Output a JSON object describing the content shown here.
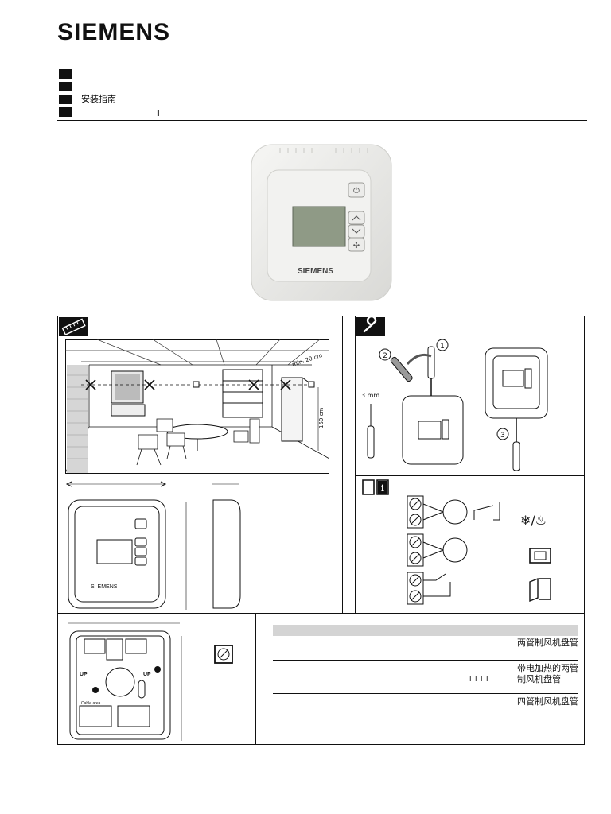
{
  "header": {
    "brand": "SIEMENS",
    "doc_type": "安装指南",
    "revision_mark": "I"
  },
  "product": {
    "brand_on_device": "SIEMENS",
    "buttons": [
      "power-icon",
      "chevron-up-icon",
      "chevron-down-icon",
      "fan-icon"
    ]
  },
  "mounting": {
    "clearance_label": "min. 20 cm",
    "height_label": "150 cm"
  },
  "installation": {
    "step_numbers": [
      "1",
      "2",
      "3"
    ],
    "tool_label": "3 mm"
  },
  "dimensions": {
    "front_brand": "SI EMENS"
  },
  "wiring": {
    "app_symbols": [
      "snowflake-heat-icon",
      "window-icon",
      "door-icon"
    ]
  },
  "base": {
    "up_label_left": "UP",
    "up_label_right": "UP",
    "cable_label": "Cable area"
  },
  "applications_table": {
    "rows": [
      {
        "description": "两管制风机盘管",
        "code": ""
      },
      {
        "description": "带电加热的两管制风机盘管",
        "code": "I I I I"
      },
      {
        "description": "四管制风机盘管",
        "code": ""
      }
    ]
  }
}
